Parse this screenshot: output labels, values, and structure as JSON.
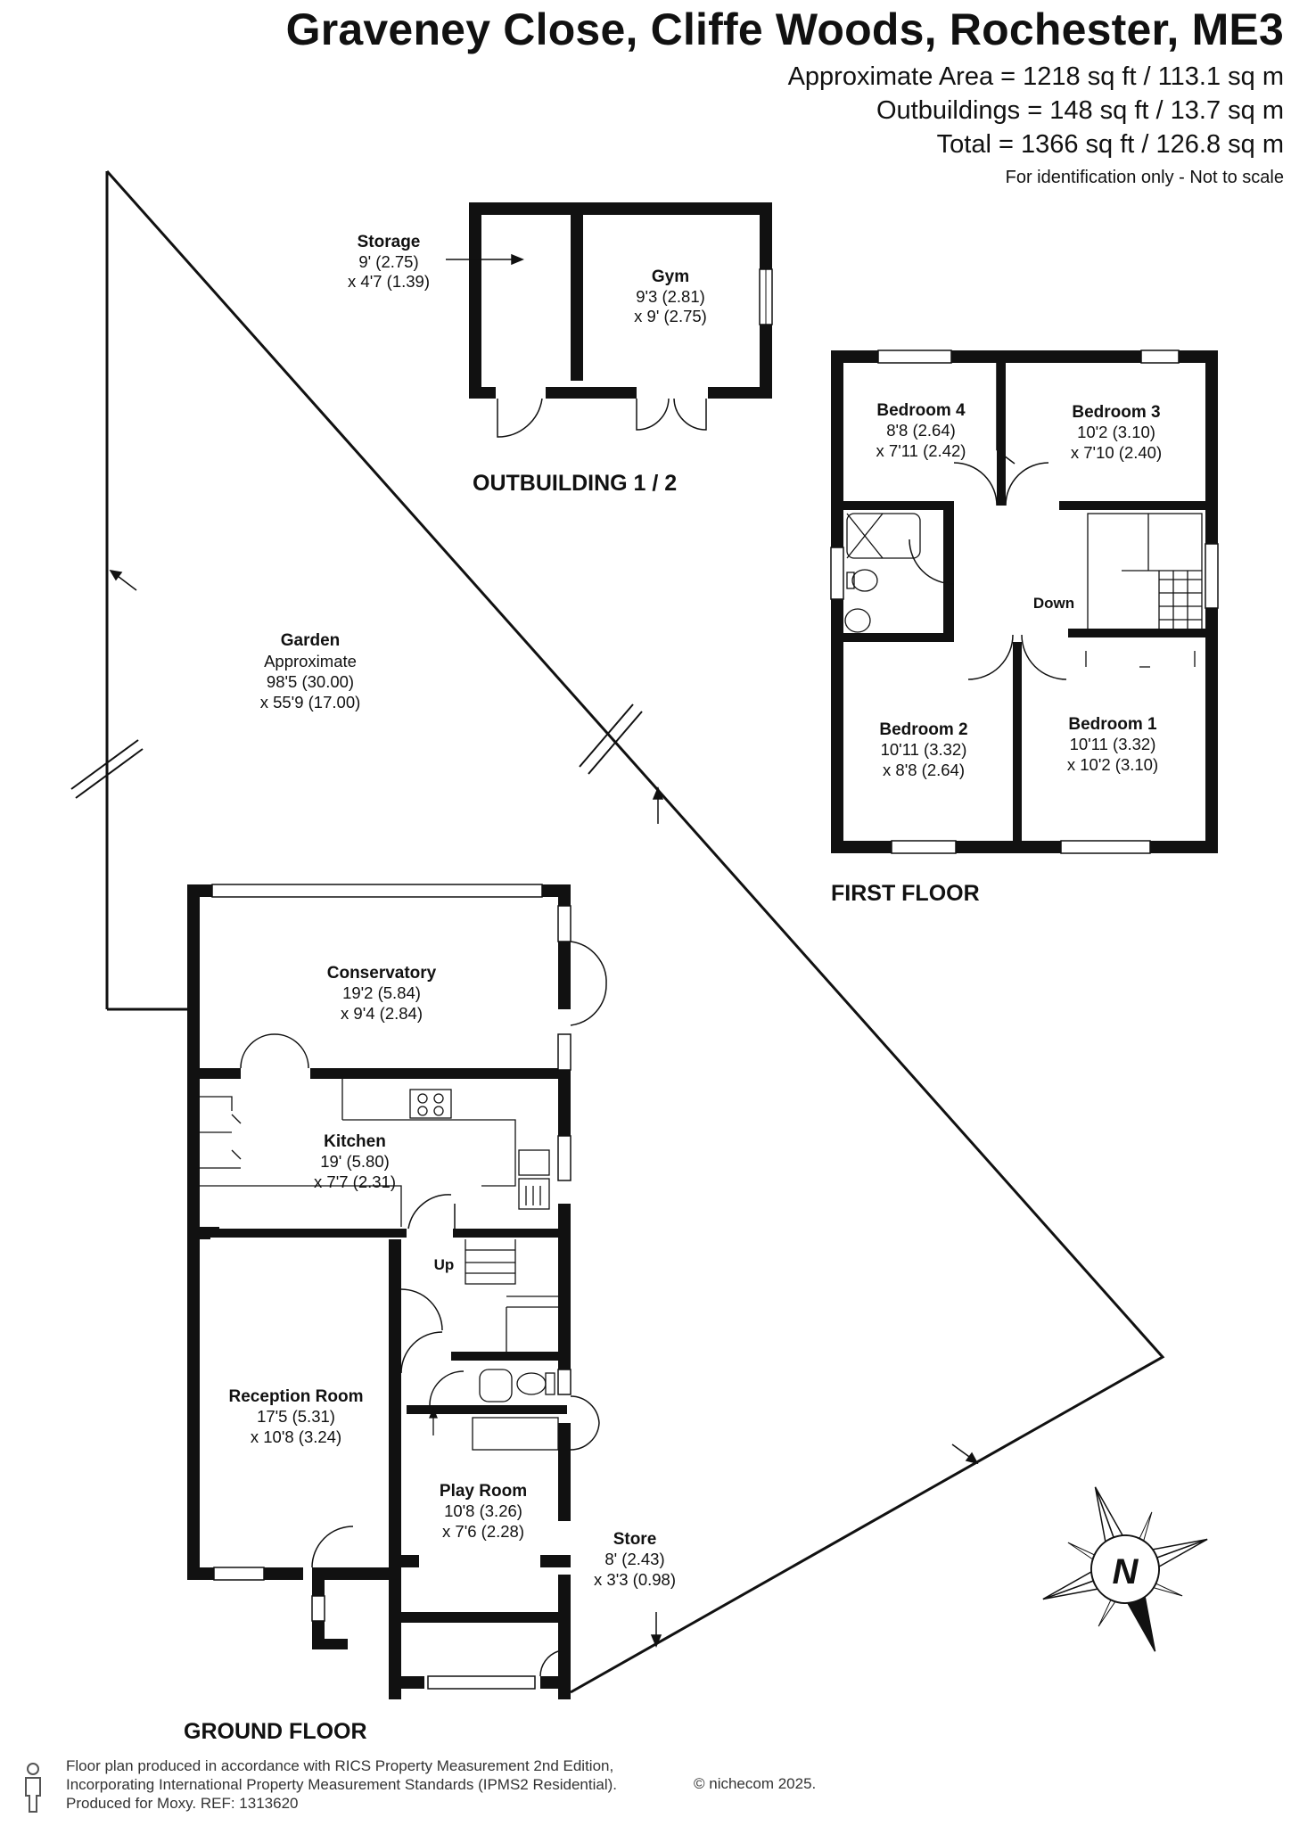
{
  "header": {
    "title": "Graveney Close, Cliffe Woods, Rochester, ME3",
    "approximate_area": "Approximate Area = 1218 sq ft / 113.1 sq m",
    "outbuildings_area": "Outbuildings = 148 sq ft / 13.7 sq m",
    "total_area": "Total = 1366 sq ft / 126.8 sq m",
    "scale_note": "For identification only - Not to scale"
  },
  "rooms": {
    "storage": {
      "name": "Storage",
      "dim1": "9' (2.75)",
      "dim2": "x 4'7 (1.39)"
    },
    "gym": {
      "name": "Gym",
      "dim1": "9'3 (2.81)",
      "dim2": "x 9' (2.75)"
    },
    "garden": {
      "name": "Garden",
      "qualifier": "Approximate",
      "dim1": "98'5 (30.00)",
      "dim2": "x 55'9 (17.00)"
    },
    "bedroom4": {
      "name": "Bedroom 4",
      "dim1": "8'8 (2.64)",
      "dim2": "x 7'11 (2.42)"
    },
    "bedroom3": {
      "name": "Bedroom 3",
      "dim1": "10'2 (3.10)",
      "dim2": "x 7'10 (2.40)"
    },
    "bedroom2": {
      "name": "Bedroom 2",
      "dim1": "10'11 (3.32)",
      "dim2": "x 8'8 (2.64)"
    },
    "bedroom1": {
      "name": "Bedroom 1",
      "dim1": "10'11 (3.32)",
      "dim2": "x 10'2 (3.10)"
    },
    "conservatory": {
      "name": "Conservatory",
      "dim1": "19'2 (5.84)",
      "dim2": "x 9'4 (2.84)"
    },
    "kitchen": {
      "name": "Kitchen",
      "dim1": "19' (5.80)",
      "dim2": "x 7'7 (2.31)"
    },
    "reception": {
      "name": "Reception Room",
      "dim1": "17'5 (5.31)",
      "dim2": "x 10'8 (3.24)"
    },
    "playroom": {
      "name": "Play Room",
      "dim1": "10'8 (3.26)",
      "dim2": "x 7'6 (2.28)"
    },
    "store": {
      "name": "Store",
      "dim1": "8' (2.43)",
      "dim2": "x 3'3 (0.98)"
    }
  },
  "stairs": {
    "down": "Down",
    "up": "Up"
  },
  "floors": {
    "outbuilding": "OUTBUILDING 1 / 2",
    "first": "FIRST FLOOR",
    "ground": "GROUND FLOOR"
  },
  "compass": {
    "letter": "N"
  },
  "footer": {
    "line1": "Floor plan produced in accordance with RICS Property Measurement 2nd Edition,",
    "line2": "Incorporating International Property Measurement Standards (IPMS2 Residential).",
    "line3": "Produced for Moxy.  REF:  1313620",
    "copyright": "© nichecom 2025."
  }
}
